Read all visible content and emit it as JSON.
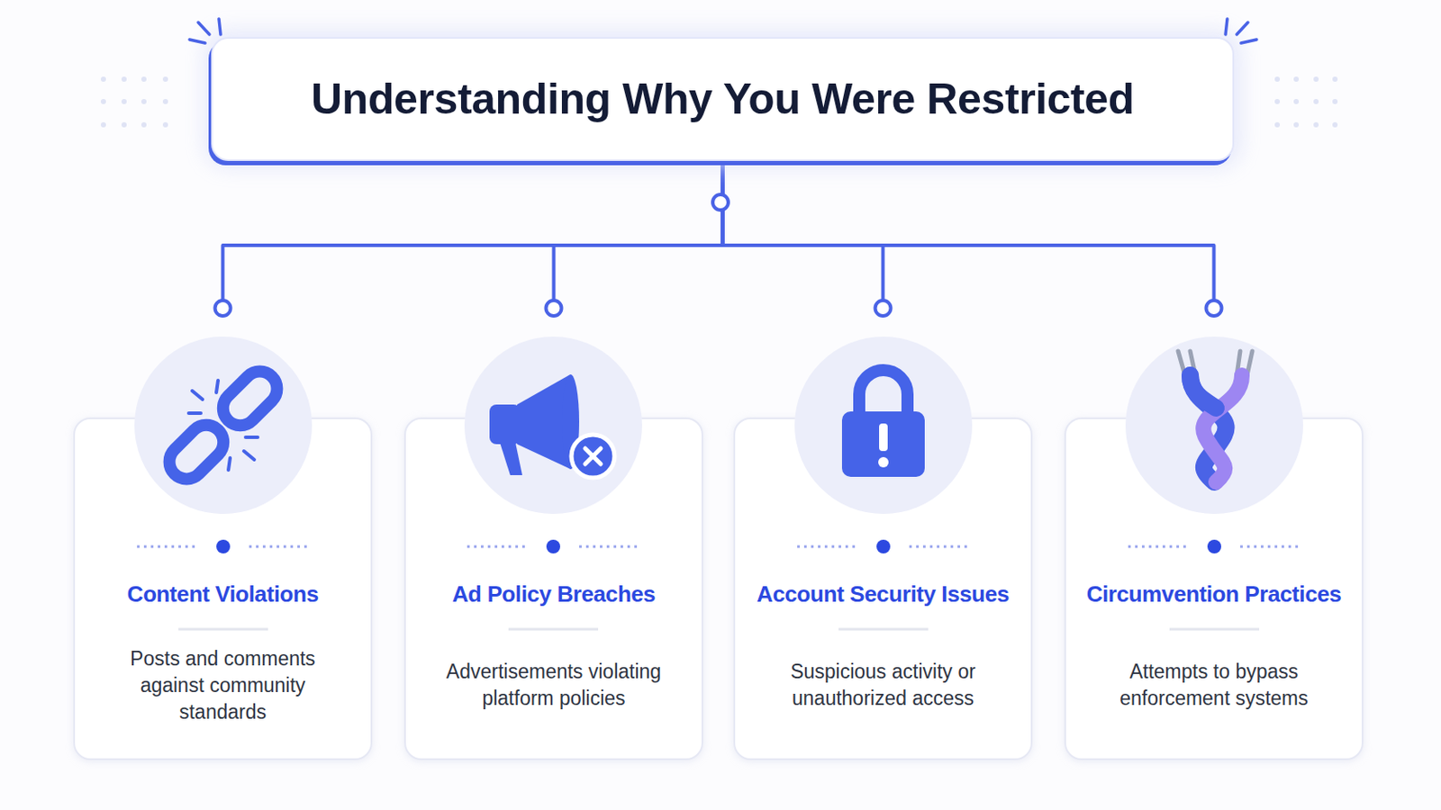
{
  "diagram": {
    "nodes": [
      {
        "text": [
          "Understanding Why You Were Restricted"
        ]
      },
      {
        "text": [
          "Content Violations",
          "Posts and comments against community standards"
        ]
      },
      {
        "text": [
          "Ad Policy Breaches",
          "Advertisements violating platform policies"
        ]
      },
      {
        "text": [
          "Account Security Issues",
          "Suspicious activity or unauthorized access"
        ]
      },
      {
        "text": [
          "Circumvention Practices",
          "Attempts to bypass enforcement systems"
        ]
      }
    ],
    "edges": [
      {
        "from": 0,
        "to": 1,
        "arrow": "none"
      },
      {
        "from": 0,
        "to": 2,
        "arrow": "none"
      },
      {
        "from": 0,
        "to": 3,
        "arrow": "none"
      },
      {
        "from": 0,
        "to": 4,
        "arrow": "none"
      }
    ]
  }
}
